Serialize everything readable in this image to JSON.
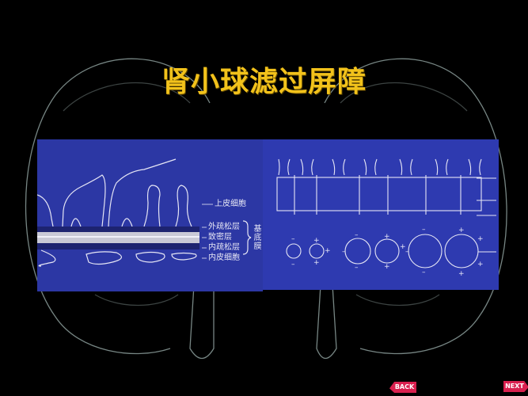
{
  "slide": {
    "title": "肾小球滤过屏障",
    "colors": {
      "background": "#000000",
      "title": "#f2c21b",
      "panel": "#2d37a6",
      "line": "#e6e6f5",
      "nav_button": "#d9204f"
    }
  },
  "left_diagram": {
    "labels": {
      "epithelial": "上皮细胞",
      "outer_loose": "外疏松层",
      "dense": "致密层",
      "inner_loose": "内疏松层",
      "endothelial": "内皮细胞",
      "basement_membrane": "基底膜"
    }
  },
  "right_diagram": {
    "circles": [
      {
        "size": "small",
        "charge": "-"
      },
      {
        "size": "small",
        "charge": "+"
      },
      {
        "size": "medium",
        "charge": "-"
      },
      {
        "size": "medium",
        "charge": "+"
      },
      {
        "size": "large",
        "charge": "-"
      },
      {
        "size": "large",
        "charge": "+"
      }
    ]
  },
  "navigation": {
    "back_label": "BACK",
    "next_label": "NEXT"
  }
}
